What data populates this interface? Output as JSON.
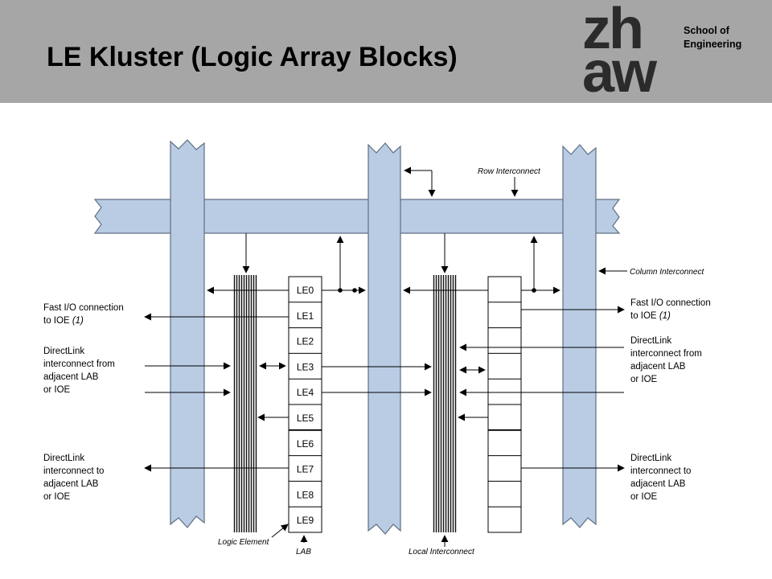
{
  "header": {
    "title": "LE Kluster (Logic Array Blocks)",
    "logo_line1": "zh",
    "logo_line2": "aw",
    "school_line1": "School of",
    "school_line2": "Engineering"
  },
  "diagram": {
    "row_interconnect": "Row Interconnect",
    "column_interconnect": "Column Interconnect",
    "logic_element": "Logic Element",
    "lab": "LAB",
    "local_interconnect": "Local Interconnect",
    "le_labels": [
      "LE0",
      "LE1",
      "LE2",
      "LE3",
      "LE4",
      "LE5",
      "LE6",
      "LE7",
      "LE8",
      "LE9"
    ],
    "left_labels": {
      "fast_io": [
        "Fast I/O connection",
        "to IOE",
        "(1)"
      ],
      "directlink_from": [
        "DirectLink",
        "interconnect from",
        "adjacent LAB",
        "or IOE"
      ],
      "directlink_to": [
        "DirectLink",
        "interconnect to",
        "adjacent  LAB",
        "or IOE"
      ]
    },
    "right_labels": {
      "fast_io": [
        "Fast I/O connection",
        "to IOE",
        "(1)"
      ],
      "directlink_from": [
        "DirectLink",
        "interconnect from",
        "adjacent  LAB",
        "or IOE"
      ],
      "directlink_to": [
        "DirectLink",
        "interconnect to",
        "adjacent  LAB",
        "or IOE"
      ]
    },
    "colors": {
      "bus_fill": "#b9cce4",
      "bus_stroke": "#5f6f82",
      "header_bg": "#a6a6a6"
    }
  }
}
